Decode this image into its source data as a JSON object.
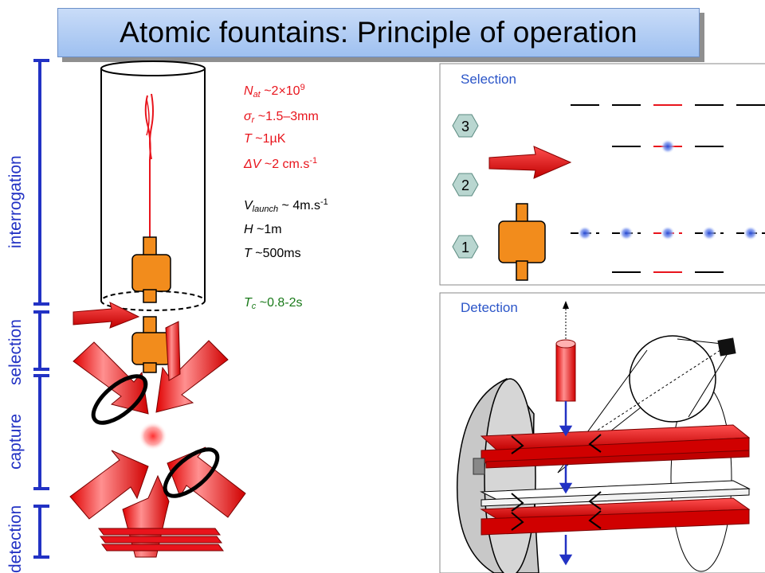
{
  "title": "Atomic fountains: Principle of operation",
  "phases": {
    "interrogation": "interrogation",
    "selection": "selection",
    "capture": "capture",
    "detection": "detection"
  },
  "params": {
    "n_at": {
      "sym": "N",
      "sub": "at",
      "val": " ~2×10",
      "exp": "9"
    },
    "sigma": {
      "sym": "σ",
      "sub": "r",
      "val": " ~1.5–3mm"
    },
    "temp": {
      "sym": "T",
      "val": " ~1µK"
    },
    "dv": {
      "sym": "ΔV",
      "val": " ~2 cm.s",
      "exp": "-1"
    },
    "vlaunch": {
      "sym": "V",
      "sub": "launch",
      "val": " ~ 4m.s",
      "exp": "-1"
    },
    "height": {
      "sym": "H",
      "val": " ~1m"
    },
    "time": {
      "sym": "T",
      "val": " ~500ms"
    },
    "cycle": {
      "sym": "T",
      "sub": "c",
      "val": " ~0.8-2s"
    }
  },
  "selection_panel": {
    "label": "Selection",
    "steps": [
      "3",
      "2",
      "1"
    ]
  },
  "detection_panel": {
    "label": "Detection"
  },
  "colors": {
    "laser_red": "#e8141c",
    "cavity_orange": "#f28c1c",
    "phase_blue": "#2232c4",
    "atom_blue": "#2a4ed8",
    "step_badge": "#b9d6d0"
  }
}
